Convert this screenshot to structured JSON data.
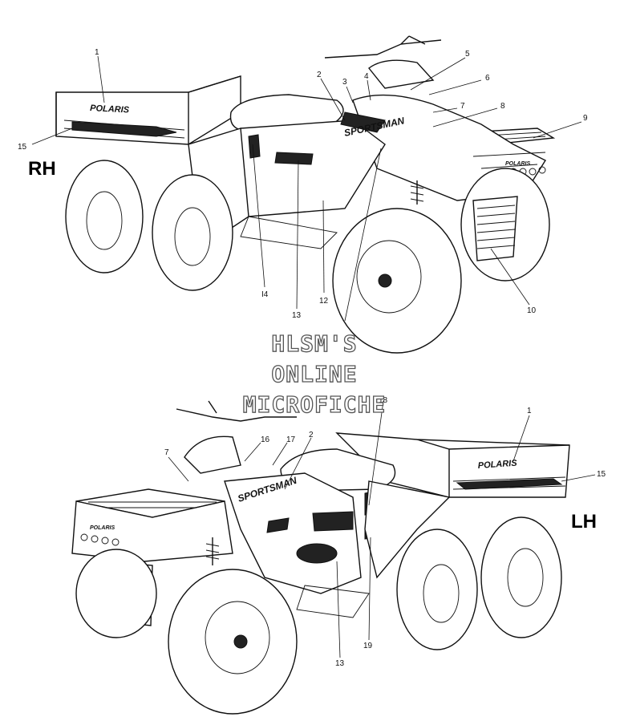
{
  "views": {
    "right": {
      "label": "RH"
    },
    "left": {
      "label": "LH"
    }
  },
  "watermark": [
    "HLSM'S",
    "ONLINE",
    "MICROFICHE"
  ],
  "decals": {
    "brand": "POLARIS",
    "model": "SPORTSMAN"
  },
  "callouts_rh": [
    "1",
    "2",
    "3",
    "4",
    "5",
    "6",
    "7",
    "8",
    "9",
    "10",
    "12",
    "13",
    "I4",
    "15"
  ],
  "callouts_lh": [
    "1",
    "2",
    "7",
    "13",
    "15",
    "16",
    "17",
    "18",
    "19"
  ]
}
